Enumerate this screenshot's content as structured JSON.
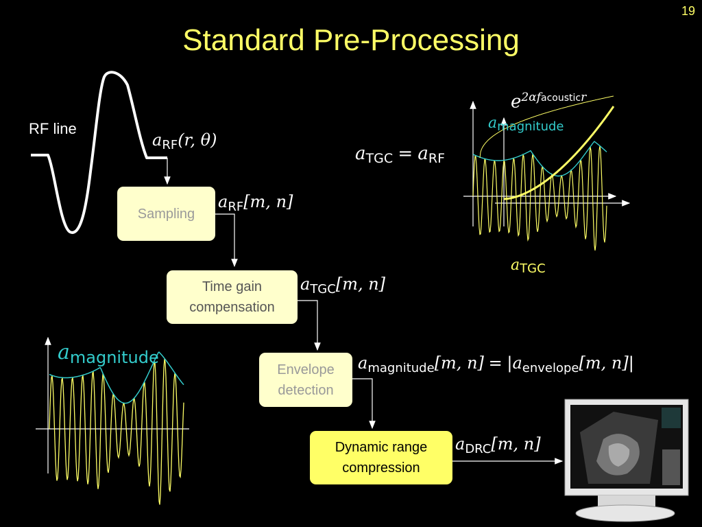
{
  "slide": {
    "title": "Standard Pre-Processing",
    "page_number": "19"
  },
  "rf": {
    "label": "RF line",
    "eq_var": "a",
    "eq_sub": "RF",
    "eq_args": "(r, θ)"
  },
  "blocks": [
    {
      "id": "sampling",
      "label": "Sampling",
      "out_var": "a",
      "out_sub": "RF",
      "out_args": "[m, n]"
    },
    {
      "id": "tgc",
      "label": "Time gain compensation",
      "out_var": "a",
      "out_sub": "TGC",
      "out_args": "[m, n]"
    },
    {
      "id": "envelope",
      "label": "Envelope detection",
      "eq_lhs_var": "a",
      "eq_lhs_sub": "magnitude",
      "eq_lhs_args": "[m, n]",
      "eq_op": "=",
      "eq_rhs_open": "|",
      "eq_rhs_var": "a",
      "eq_rhs_sub": "envelope",
      "eq_rhs_args": "[m, n]",
      "eq_rhs_close": "|"
    },
    {
      "id": "drc",
      "label": "Dynamic range compression",
      "out_var": "a",
      "out_sub": "DRC",
      "out_args": "[m, n]"
    }
  ],
  "tgc_plot": {
    "eq_lhs_var": "a",
    "eq_lhs_sub": "TGC",
    "eq_op": "=",
    "eq_rhs_var": "a",
    "eq_rhs_sub": "RF",
    "gain_base": "e",
    "gain_exp_coef": "2α",
    "gain_exp_var": "f",
    "gain_exp_sub": "acoustic",
    "gain_exp_tail": "r",
    "mag_var": "a",
    "mag_sub": "magnitude",
    "tgc_var": "a",
    "tgc_sub": "TGC"
  },
  "magnitude_plot": {
    "var": "a",
    "sub": "magnitude"
  },
  "colors": {
    "title": "#ffff66",
    "block_fill": "#ffffcc",
    "block_active": "#ffff66",
    "signal": "#ffff66",
    "envelope": "#33cccc"
  },
  "icons": [
    "arrow-icon",
    "monitor-icon"
  ]
}
